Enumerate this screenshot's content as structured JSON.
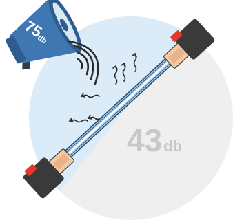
{
  "outside_noise": {
    "value": "75",
    "unit": "db"
  },
  "inside_noise": {
    "value": "43",
    "unit": "db"
  },
  "colors": {
    "outside_zone": "#dcebf8",
    "inside_zone": "#efefef",
    "megaphone": "#3f77b3",
    "glass": "#9cc7e6",
    "frame": "#3a3a3a",
    "spacer": "#f4c9a4",
    "seal_accent": "#e23a2a",
    "sound_lines": "#2a2a2a"
  },
  "icons": [
    "megaphone-icon",
    "sound-wave-icon",
    "wavy-arrow-icon",
    "window-frame-icon"
  ]
}
